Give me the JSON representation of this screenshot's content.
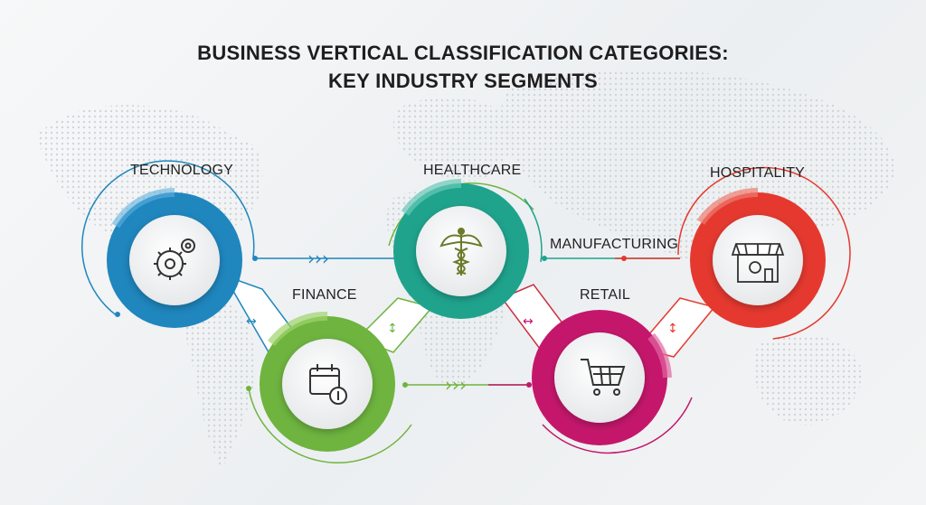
{
  "title": {
    "line1": "BUSINESS VERTICAL CLASSIFICATION CATEGORIES:",
    "line2": "KEY INDUSTRY SEGMENTS"
  },
  "nodes": [
    {
      "label": "TECHNOLOGY",
      "icon": "gears-icon",
      "color": "#1f86be"
    },
    {
      "label": "FINANCE",
      "icon": "calendar-coin-icon",
      "color": "#6eb43f"
    },
    {
      "label": "HEALTHCARE",
      "icon": "caduceus-icon",
      "color": "#1fa38d"
    },
    {
      "label": "RETAIL",
      "icon": "shopping-cart-icon",
      "color": "#c4176b"
    },
    {
      "label": "MANUFACTURING",
      "icon": "",
      "color": "#c92f3d"
    },
    {
      "label": "HOSPITALITY",
      "icon": "storefront-icon",
      "color": "#e5392f"
    }
  ]
}
